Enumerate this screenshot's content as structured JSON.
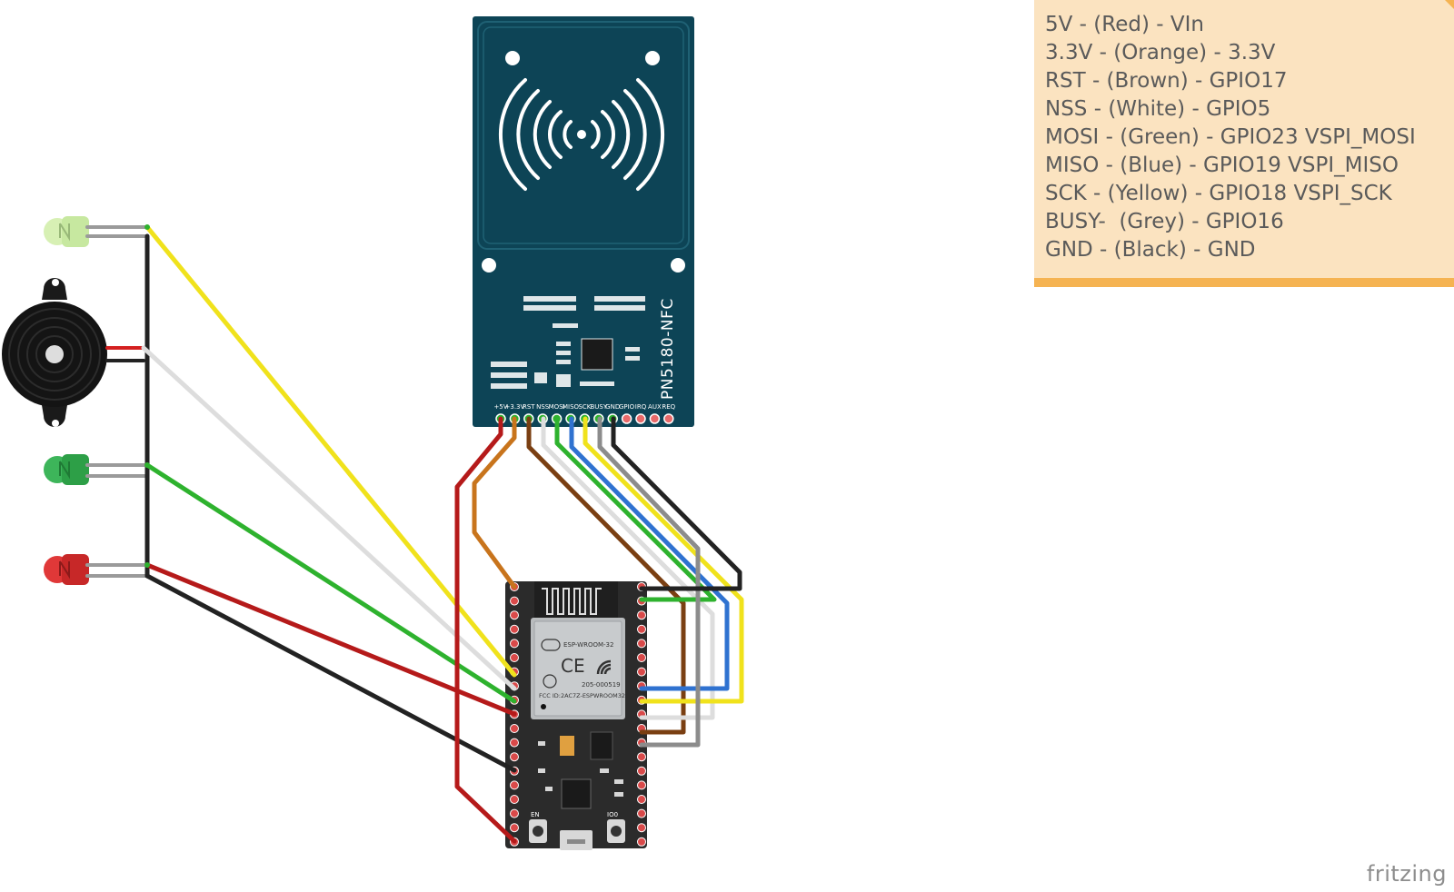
{
  "note": {
    "lines": [
      "5V - (Red) - VIn",
      "3.3V - (Orange) - 3.3V",
      "RST - (Brown) - GPIO17",
      "NSS - (White) - GPIO5",
      "MOSI - (Green) - GPIO23 VSPI_MOSI",
      "MISO - (Blue) - GPIO19 VSPI_MISO",
      "SCK - (Yellow) - GPIO18 VSPI_SCK",
      "BUSY-  (Grey) - GPIO16",
      "GND - (Black) - GND"
    ]
  },
  "nfc": {
    "name": "PN5180-NFC",
    "pins": [
      "+5V",
      "+3.3V",
      "RST",
      "NSS",
      "MOSI",
      "MISO",
      "SCK",
      "BUSY",
      "GND",
      "GPIO",
      "IRQ",
      "AUX",
      "REQ"
    ]
  },
  "esp32": {
    "module": "ESP-WROOM-32",
    "fcc": "FCC ID:2AC7Z-ESPWROOM32",
    "cert": "205-000519",
    "en_label": "EN",
    "io0_label": "IO0"
  },
  "brand": "fritzing",
  "colors": {
    "red": "#b51a1a",
    "orange": "#c8741c",
    "brown": "#7a3f12",
    "white": "#d8d8d8",
    "green": "#2eb22e",
    "blue": "#2f72d0",
    "yellow": "#f0e21c",
    "grey": "#8c8c8c",
    "black": "#222222",
    "pcb_blue": "#0d4456"
  }
}
